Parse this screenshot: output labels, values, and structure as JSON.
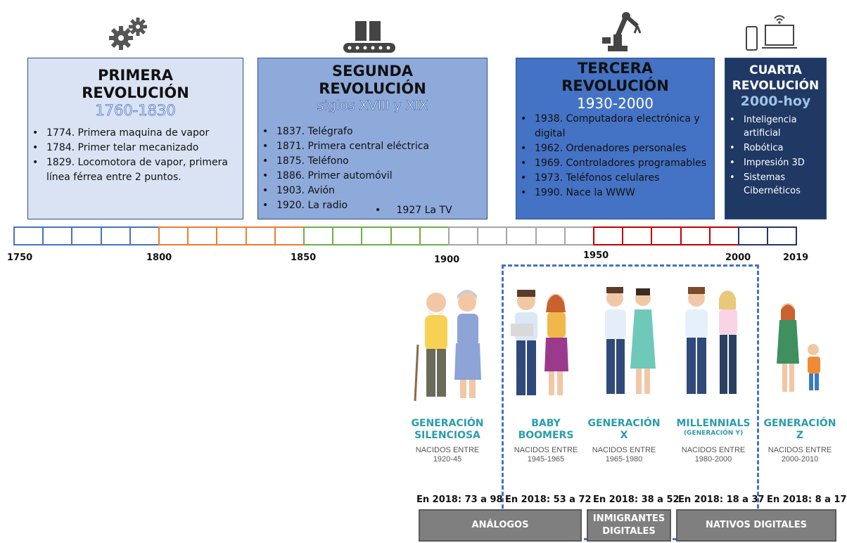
{
  "revolutions": [
    {
      "title_line1": "PRIMERA",
      "title_line2": "REVOLUCIÓN",
      "years": "1760-1830",
      "items": [
        "1774. Primera maquina de vapor",
        "1784. Primer telar mecanizado",
        "1829. Locomotora de vapor, primera línea férrea entre 2 puntos."
      ]
    },
    {
      "title_line1": "SEGUNDA",
      "title_line2": "REVOLUCIÓN",
      "years": "siglos XVIII y XIX",
      "items": [
        "1837. Telégrafo",
        "1871. Primera central eléctrica",
        "1875. Teléfono",
        "1886. Primer automóvil",
        "1903. Avión",
        "1920. La radio"
      ],
      "extra_item": "1927  La TV"
    },
    {
      "title_line1": "TERCERA",
      "title_line2": "REVOLUCIÓN",
      "years": "1930-2000",
      "items": [
        "1938. Computadora electrónica y digital",
        "1962. Ordenadores personales",
        "1969. Controladores programables",
        "1973. Teléfonos celulares",
        "1990. Nace la WWW"
      ]
    },
    {
      "title_line1": "CUARTA",
      "title_line2": "REVOLUCIÓN",
      "years": "2000-hoy",
      "items": [
        "Inteligencia artificial",
        "Robótica",
        "Impresión 3D",
        "Sistemas Cibernéticos"
      ]
    }
  ],
  "timeline": {
    "ticks": [
      "1750",
      "1800",
      "1850",
      "1900",
      "1950",
      "2000",
      "2019"
    ],
    "colors": [
      "#4472c4",
      "#ed7d31",
      "#70ad47",
      "#a5a5a5",
      "#c00000",
      "#203864"
    ]
  },
  "generations": [
    {
      "name_line1": "GENERACIÓN",
      "name_line2": "SILENCIOSA",
      "sub": "",
      "born_line1": "NACIDOS ENTRE",
      "born_line2": "1920-45",
      "age": "En 2018: 73 a 98"
    },
    {
      "name_line1": "BABY",
      "name_line2": "BOOMERS",
      "sub": "",
      "born_line1": "NACIDOS ENTRE",
      "born_line2": "1945-1965",
      "age": "En 2018: 53 a 72"
    },
    {
      "name_line1": "GENERACIÓN",
      "name_line2": "X",
      "sub": "",
      "born_line1": "NACIDOS ENTRE",
      "born_line2": "1965-1980",
      "age": "En 2018: 38 a 52"
    },
    {
      "name_line1": "MILLENNIALS",
      "name_line2": "",
      "sub": "(GENERACIÓN Y)",
      "born_line1": "NACIDOS ENTRE",
      "born_line2": "1980-2000",
      "age": "En 2018: 18 a 37"
    },
    {
      "name_line1": "GENERACIÓN",
      "name_line2": "Z",
      "sub": "",
      "born_line1": "NACIDOS ENTRE",
      "born_line2": "2000-2010",
      "age": "En 2018: 8 a 17"
    }
  ],
  "groups": {
    "analog": "ANÁLOGOS",
    "immigrants_line1": "INMIGRANTES",
    "immigrants_line2": "DIGITALES",
    "natives": "NATIVOS DIGITALES"
  },
  "icons": [
    "gears-icon",
    "conveyor-belt-icon",
    "robot-arm-icon",
    "phone-laptop-wifi-icon"
  ],
  "colors": {
    "box1": "#dae3f3",
    "box2": "#8eaadb",
    "box3": "#4472c4",
    "box4": "#203864",
    "generation_text": "#2b9cae",
    "dashed_frame": "#4472c4"
  }
}
